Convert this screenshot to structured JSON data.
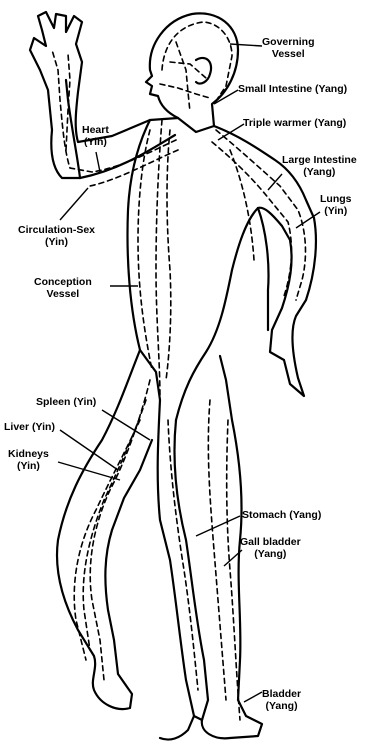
{
  "colors": {
    "ink": "#000000",
    "paper": "#ffffff"
  },
  "labels": {
    "governing": {
      "line1": "Governing",
      "line2": "Vessel"
    },
    "small_intestine": {
      "line1": "Small Intestine (Yang)"
    },
    "triple_warmer": {
      "line1": "Triple warmer (Yang)"
    },
    "large_intestine": {
      "line1": "Large Intestine",
      "line2": "(Yang)"
    },
    "lungs": {
      "line1": "Lungs",
      "line2": "(Yin)"
    },
    "heart": {
      "line1": "Heart",
      "line2": "(Yin)"
    },
    "circulation_sex": {
      "line1": "Circulation-Sex",
      "line2": "(Yin)"
    },
    "conception": {
      "line1": "Conception",
      "line2": "Vessel"
    },
    "spleen": {
      "line1": "Spleen (Yin)"
    },
    "liver": {
      "line1": "Liver (Yin)"
    },
    "kidneys": {
      "line1": "Kidneys",
      "line2": "(Yin)"
    },
    "stomach": {
      "line1": "Stomach (Yang)"
    },
    "gall_bladder": {
      "line1": "Gall bladder",
      "line2": "(Yang)"
    },
    "bladder": {
      "line1": "Bladder",
      "line2": "(Yang)"
    }
  }
}
